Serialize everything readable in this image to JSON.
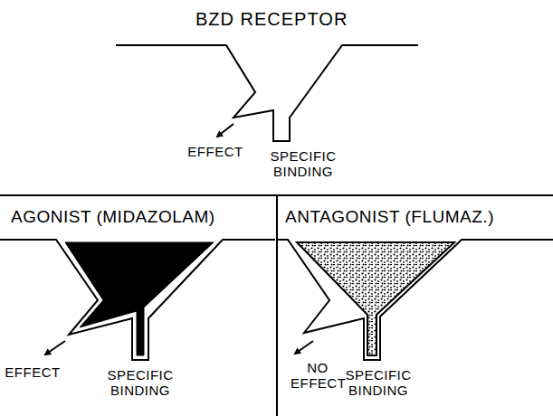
{
  "diagram": {
    "title": "BZD RECEPTOR",
    "nodes": [
      {
        "text": [
          "AGONIST (MIDAZOLAM)",
          "EFFECT",
          "SPECIFIC BINDING"
        ]
      },
      {
        "text": [
          "ANTAGONIST (FLUMAZ.)",
          "NO EFFECT",
          "SPECIFIC BINDING"
        ]
      }
    ],
    "labels": [
      "EFFECT",
      "SPECIFIC BINDING"
    ]
  }
}
